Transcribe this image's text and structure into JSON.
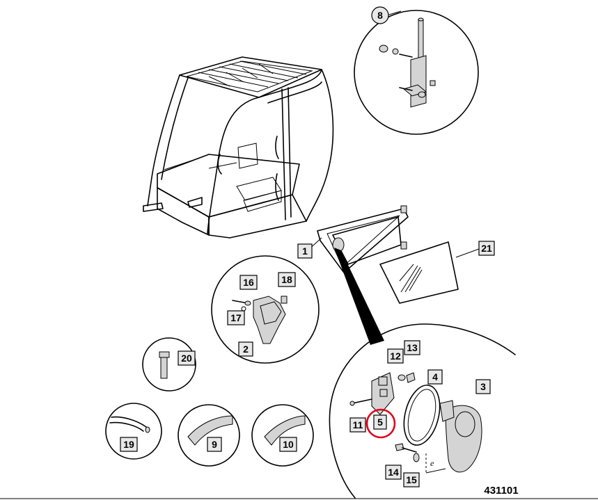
{
  "labels": {
    "l1": "1",
    "l2": "2",
    "l3": "3",
    "l4": "4",
    "l5": "5",
    "l8": "8",
    "l9": "9",
    "l10": "10",
    "l11": "11",
    "l12": "12",
    "l13": "13",
    "l14": "14",
    "l15": "15",
    "l16": "16",
    "l17": "17",
    "l18": "18",
    "l19": "19",
    "l20": "20",
    "l21": "21"
  },
  "drawing_code": "431101",
  "colors": {
    "highlight": "#e0001b",
    "label_fill": "#e8e8e8",
    "line": "#000000"
  }
}
